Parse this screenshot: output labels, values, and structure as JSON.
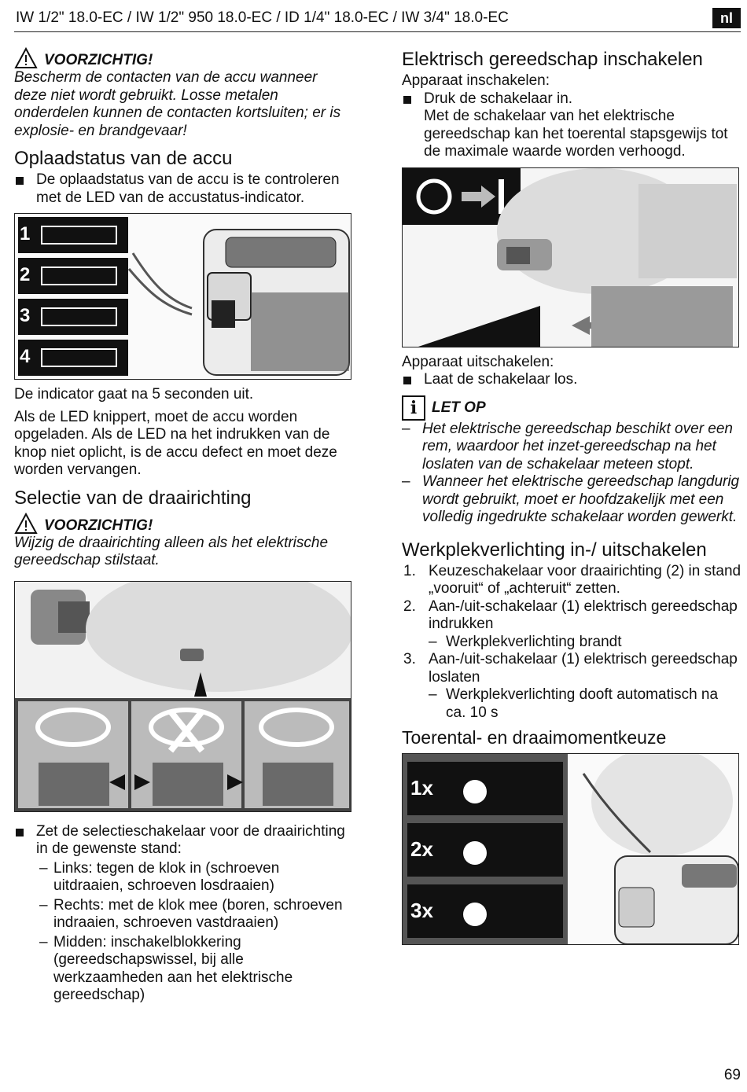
{
  "header": {
    "title": "IW 1/2\" 18.0-EC / IW 1/2\" 950 18.0-EC / ID 1/4\" 18.0-EC / IW 3/4\" 18.0-EC",
    "lang": "nl"
  },
  "left": {
    "warning1": {
      "label": "VOORZICHTIG!",
      "text": "Bescherm de contacten van de accu wanneer deze niet wordt gebruikt. Losse metalen onderdelen kunnen de contacten kortsluiten; er is explosie- en brandgevaar!"
    },
    "charge_heading": "Oplaadstatus van de accu",
    "charge_bullet": "De oplaadstatus van de accu is te controleren met de LED van de accustatus-indicator.",
    "charge_fig_labels": [
      "1",
      "2",
      "3",
      "4"
    ],
    "charge_p1": "De indicator gaat na 5 seconden uit.",
    "charge_p2": "Als de LED knippert, moet de accu worden opgeladen. Als de LED na het indrukken van de knop niet oplicht, is de accu defect en moet deze worden vervangen.",
    "dir_heading": "Selectie van de draairichting",
    "warning2": {
      "label": "VOORZICHTIG!",
      "text": "Wijzig de draairichting alleen als het elektrische gereedschap stilstaat."
    },
    "dir_bullet": "Zet de selectieschakelaar voor de draairichting in de gewenste stand:",
    "dir_items": [
      {
        "term": "Links:",
        "text": " tegen de klok in (schroeven uitdraaien, schroeven losdraaien)"
      },
      {
        "term": "Rechts:",
        "text": " met de klok mee (boren, schroeven indraaien, schroeven vastdraaien)"
      },
      {
        "term": "Midden:",
        "text": " inschakelblokkering (gereedschapswissel, bij alle werkzaamheden aan het elektrische gereedschap)"
      }
    ]
  },
  "right": {
    "switch_heading": "Elektrisch gereedschap inschakelen",
    "on_label": "Apparaat inschakelen:",
    "on_bullet_1": "Druk de schakelaar in.",
    "on_bullet_2": "Met de schakelaar van het elektrische gereedschap kan het toerental stapsgewijs tot de maximale waarde worden verhoogd.",
    "off_label": "Apparaat uitschakelen:",
    "off_bullet": "Laat de schakelaar los.",
    "note_label": "LET OP",
    "note_items": [
      "Het elektrische gereedschap beschikt over een rem, waardoor het inzet-gereedschap na het loslaten van de schakelaar meteen stopt.",
      "Wanneer het elektrische gereedschap langdurig wordt gebruikt, moet er hoofdzakelijk met een volledig ingedrukte schakelaar worden gewerkt."
    ],
    "light_heading": "Werkplekverlichting in-/ uitschakelen",
    "light_steps": [
      {
        "n": "1.",
        "text": "Keuzeschakelaar voor draairichting (2) in stand „vooruit“ of „achteruit“ zetten."
      },
      {
        "n": "2.",
        "text": "Aan-/uit-schakelaar (1) elektrisch gereedschap indrukken",
        "sub": "Werkplekverlichting brandt"
      },
      {
        "n": "3.",
        "text": "Aan-/uit-schakelaar (1) elektrisch gereedschap loslaten",
        "sub": "Werkplekverlichting dooft automatisch na ca. 10 s"
      }
    ],
    "torque_heading": "Toerental- en draaimomentkeuze",
    "torque_fig_labels": [
      "1x",
      "2x",
      "3x"
    ]
  },
  "page_number": "69"
}
